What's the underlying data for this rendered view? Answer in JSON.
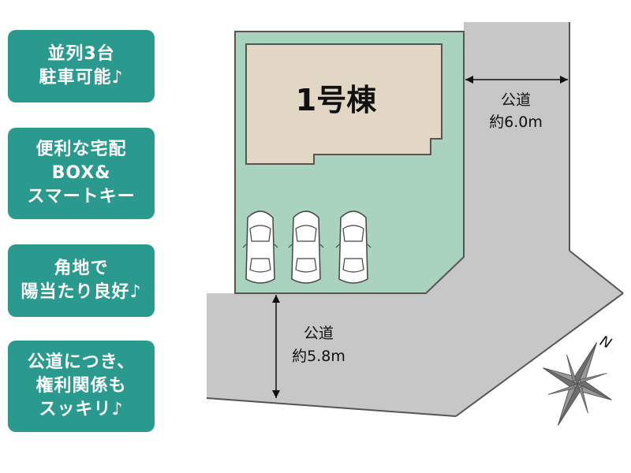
{
  "badges": [
    {
      "lines": [
        "並列3台",
        "駐車可能♪"
      ]
    },
    {
      "lines": [
        "便利な宅配",
        "BOX&",
        "スマートキー"
      ]
    },
    {
      "lines": [
        "角地で",
        "陽当たり良好♪"
      ]
    },
    {
      "lines": [
        "公道につき、",
        "権利関係も",
        "スッキリ♪"
      ]
    }
  ],
  "plot": {
    "building_label": "1号棟",
    "parking_spaces": 3
  },
  "roads": {
    "east": {
      "line1": "公道",
      "line2": "約6.0m"
    },
    "south": {
      "line1": "公道",
      "line2": "約5.8m"
    }
  },
  "compass": {
    "north_label": "N"
  },
  "colors": {
    "badge": "#2b9a8e",
    "lot": "#a9d3be",
    "building": "#e2d7c4",
    "road": "#c7c7c7",
    "outline": "#555555"
  }
}
